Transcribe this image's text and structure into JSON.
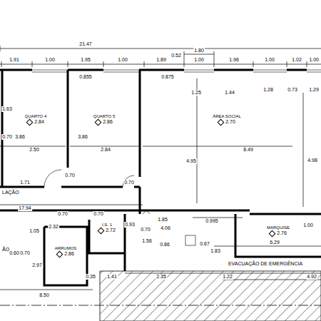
{
  "diagram": {
    "nodes": [
      {
        "text": [
          "QUARTO 4",
          "2.84"
        ]
      },
      {
        "text": [
          "QUARTO 5",
          "2.86"
        ]
      },
      {
        "text": [
          "ÁREA SOCIAL",
          "2.70"
        ]
      },
      {
        "text": [
          "I.S. 1",
          "2.72"
        ]
      },
      {
        "text": [
          "ARRUMOS",
          "2.86"
        ]
      },
      {
        "text": [
          "MARQUISE",
          "2.76"
        ]
      }
    ],
    "labels": [
      "21.47",
      "1.91",
      "1.00",
      "1.95",
      "1.00",
      "1.89",
      "0.52",
      "1.80",
      "1.00",
      "1.96",
      "1.00",
      "1.02",
      "1.00",
      "0.855",
      "0.875",
      "1.25",
      "1.44",
      "1.28",
      "0.73",
      "1.29",
      "1.63",
      "0.70",
      "3.86",
      "3.86",
      "2.50",
      "2.84",
      "4.95",
      "8.49",
      "4.98",
      "0.70",
      "1.71",
      "0.70",
      "LAÇÃO",
      "17.94",
      "0.70",
      "0.70",
      "1.85",
      "2.32",
      "0.93",
      "0.70",
      "4.06",
      "0.995",
      "1.00",
      "1.05",
      "1.56",
      "0.86",
      "0.67",
      "1.83",
      "6.29",
      "ÃO",
      "0.60",
      "0.70",
      "2.97",
      "EVACUAÇÃO DE EMERGÊNCIA",
      "0.35",
      "1.41",
      "2.35",
      "1.22",
      "4.92",
      "8.50"
    ]
  }
}
